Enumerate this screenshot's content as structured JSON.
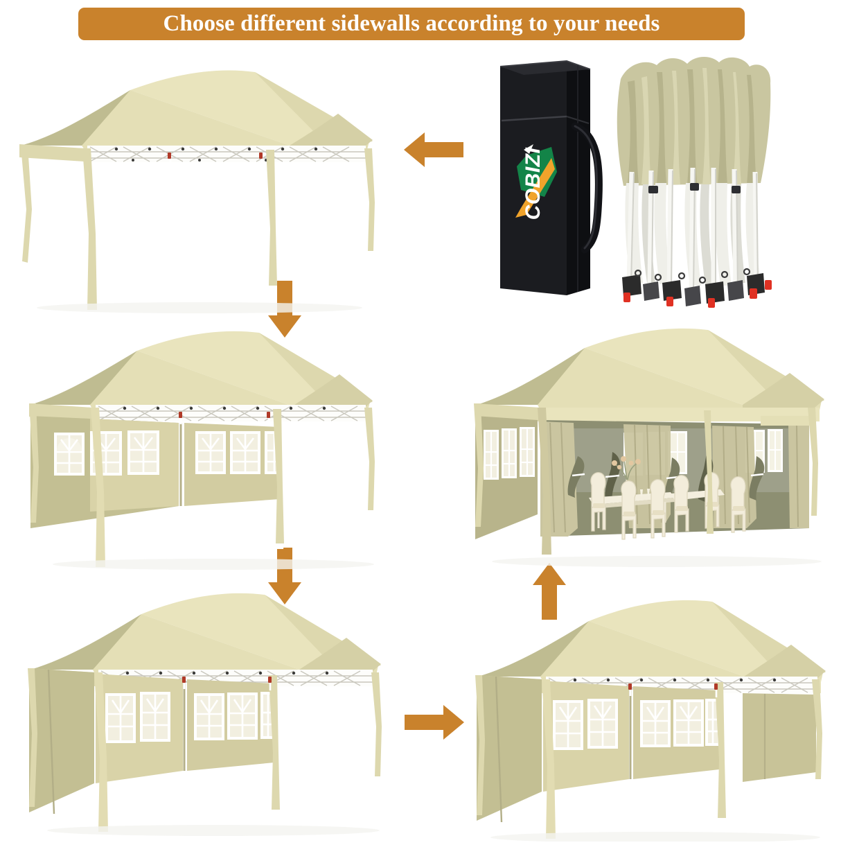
{
  "header": {
    "title": "Choose different sidewalls according to your needs",
    "background_color": "#c9822c",
    "text_color": "#ffffff"
  },
  "palette": {
    "accent_orange": "#c9822c",
    "canopy_light": "#e9e4bd",
    "canopy_mid": "#ddd8ae",
    "canopy_shade": "#bfbc91",
    "canopy_dark": "#a8a67e",
    "sidewall": "#d9d3a8",
    "sidewall_shade": "#c3bf93",
    "frame_white": "#fdfdfb",
    "frame_grey": "#dcdcd6",
    "bag_black": "#15161a",
    "logo_green": "#138448",
    "logo_orange": "#f0a32b",
    "window_white": "#ffffff",
    "window_glass": "#f2efe0",
    "foot_black": "#2b2b2b",
    "foot_red": "#e03123",
    "background": "#ffffff"
  },
  "arrows": [
    {
      "name": "arrow-bag-to-bare-canopy",
      "direction": "left",
      "color": "#c9822c"
    },
    {
      "name": "arrow-bare-to-two-walls",
      "direction": "down",
      "color": "#c9822c"
    },
    {
      "name": "arrow-two-to-three-walls",
      "direction": "down",
      "color": "#c9822c"
    },
    {
      "name": "arrow-three-to-four-walls",
      "direction": "right",
      "color": "#c9822c"
    },
    {
      "name": "arrow-four-walls-to-full",
      "direction": "up",
      "color": "#c9822c"
    }
  ],
  "figures": [
    {
      "id": "canopy-no-sidewalls",
      "label": "Pop-up canopy with no sidewalls",
      "sidewall_count": 0,
      "window_panels": 0,
      "solid_panels": 0,
      "position": "top-left"
    },
    {
      "id": "carry-bag-and-folded-frame",
      "label": "Wheeled carry bag and folded canopy frame",
      "brand": "COBIZI",
      "position": "top-right",
      "bag": {
        "name": "carry-bag",
        "color": "#15161a",
        "has_handle": true,
        "has_zipper": true
      },
      "frame": {
        "name": "folded-frame",
        "leg_count": 6,
        "foot_colors": [
          "#2b2b2b",
          "#e03123"
        ]
      }
    },
    {
      "id": "canopy-two-window-walls",
      "label": "Pop-up canopy with 2 windowed sidewalls",
      "sidewall_count": 2,
      "window_panels": 2,
      "solid_panels": 0,
      "windows_per_panel": 3,
      "position": "middle-left"
    },
    {
      "id": "canopy-fully-enclosed-event",
      "label": "Fully enclosed canopy with all sidewalls and event dining setup",
      "sidewall_count": 6,
      "window_panels": 4,
      "curtain_ties": 4,
      "interior": "banquet table with chairs and floral centerpiece",
      "position": "middle-right"
    },
    {
      "id": "canopy-three-walls",
      "label": "Pop-up canopy with 2 windowed sidewalls plus end wall",
      "sidewall_count": 3,
      "window_panels": 2,
      "solid_panels": 1,
      "windows_per_panel": 3,
      "position": "bottom-left"
    },
    {
      "id": "canopy-four-walls",
      "label": "Pop-up canopy with 2 windowed sidewalls plus two solid walls",
      "sidewall_count": 4,
      "window_panels": 2,
      "solid_panels": 2,
      "windows_per_panel": 3,
      "position": "bottom-right"
    }
  ]
}
